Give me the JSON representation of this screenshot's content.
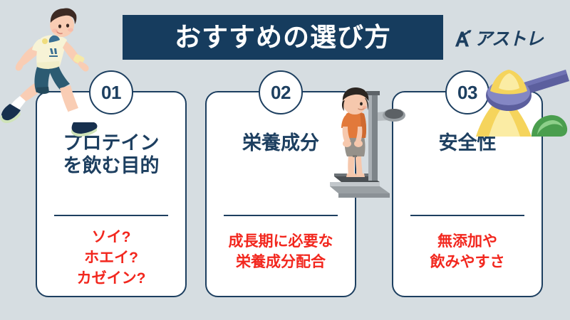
{
  "header": {
    "title": "おすすめの選び方",
    "banner_color": "#163c5e",
    "brand_name": "アストレ",
    "brand_mark_icon": "a-arrow-logo-icon"
  },
  "page": {
    "background_color": "#d6dde1",
    "accent_navy": "#1d3f60",
    "accent_red": "#f2271e"
  },
  "cards": [
    {
      "badge": "01",
      "heading_line1": "プロテイン",
      "heading_line2": "を飲む目的",
      "sub_line1": "ソイ?",
      "sub_line2": "ホエイ?",
      "sub_line3": "カゼイン?",
      "illustration": "running-boy-icon"
    },
    {
      "badge": "02",
      "heading_line1": "栄養成分",
      "heading_line2": "",
      "sub_line1": "成長期に必要な",
      "sub_line2": "栄養成分配合",
      "sub_line3": "",
      "illustration": "child-on-scale-icon"
    },
    {
      "badge": "03",
      "heading_line1": "安全性",
      "heading_line2": "",
      "sub_line1": "無添加や",
      "sub_line2": "飲みやすさ",
      "sub_line3": "",
      "illustration": "protein-scoop-powder-icon"
    }
  ]
}
